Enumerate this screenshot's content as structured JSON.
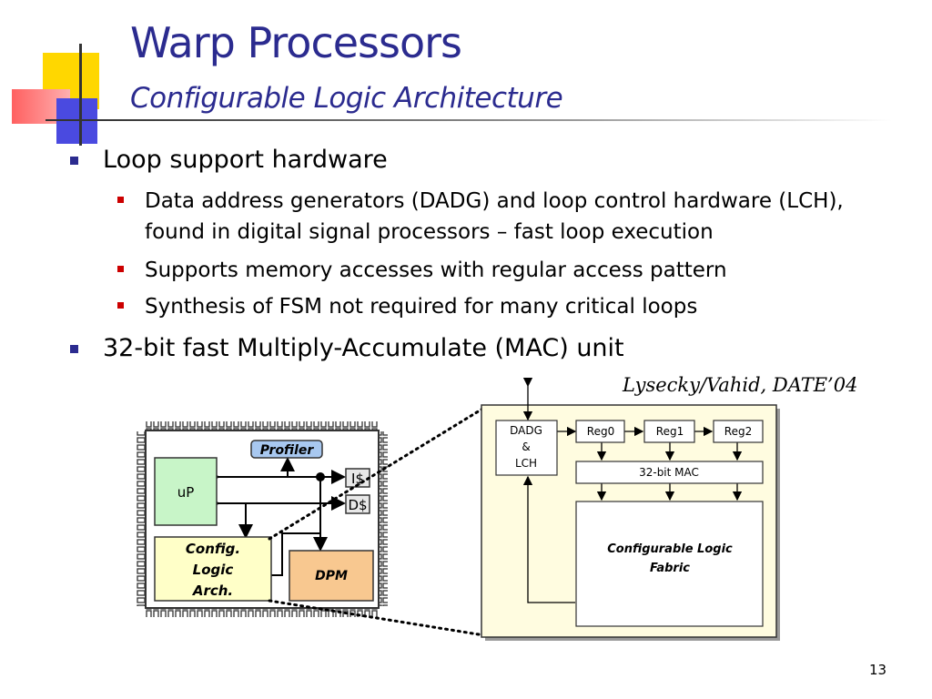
{
  "title": "Warp Processors",
  "subtitle": "Configurable Logic Architecture",
  "bullets": {
    "loop_support": "Loop support hardware",
    "sub": [
      "Data address generators (DADG) and loop control hardware (LCH), found in digital signal processors – fast loop execution",
      "Supports memory accesses with regular access pattern",
      "Synthesis of FSM not required for many critical loops"
    ],
    "mac": "32-bit fast Multiply-Accumulate (MAC) unit"
  },
  "citation": "Lysecky/Vahid, DATE’04",
  "chip": {
    "up": "uP",
    "profiler": "Profiler",
    "icache": "I$",
    "dcache": "D$",
    "config_logic": [
      "Config.",
      "Logic",
      "Arch."
    ],
    "dpm": "DPM"
  },
  "detail": {
    "dadg": [
      "DADG",
      "&",
      "LCH"
    ],
    "reg0": "Reg0",
    "reg1": "Reg1",
    "reg2": "Reg2",
    "mac": "32-bit MAC",
    "fabric": [
      "Configurable Logic",
      "Fabric"
    ]
  },
  "page_number": "13",
  "colors": {
    "title": "#2b2b8f",
    "bullet_level1": "#2b2b8f",
    "bullet_level2": "#cc0000",
    "up_fill": "#c8f5c8",
    "profiler_fill": "#a8c8f0",
    "config_fill": "#ffffc8",
    "dpm_fill": "#f8c890",
    "detail_bg": "#fffce0"
  }
}
